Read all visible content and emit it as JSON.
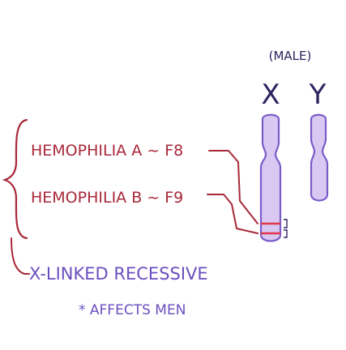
{
  "labels": {
    "sex": "(MALE)",
    "chrom_x": "X",
    "chrom_y": "Y",
    "gene_a": "HEMOPHILIA A ~ F8",
    "gene_b": "HEMOPHILIA B ~ F9",
    "inheritance": "X-LINKED RECESSIVE",
    "note": "* AFFECTS MEN"
  },
  "colors": {
    "ink_dark": "#2f2360",
    "maroon": "#a8283a",
    "purple": "#6a4fc0",
    "chrom_fill": "#d9c8f2",
    "chrom_stroke": "#7a5cc9",
    "band_red": "#e0384b"
  }
}
